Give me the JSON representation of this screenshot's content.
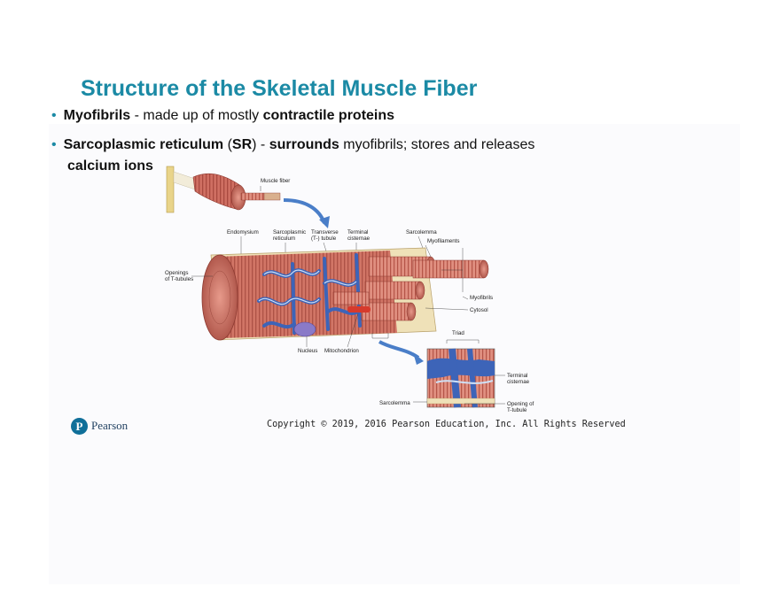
{
  "slide": {
    "title": "Structure of the Skeletal Muscle Fiber",
    "bullets": [
      {
        "bold1": "Myofibrils",
        "text1": " - made up of mostly ",
        "bold2": "contractile proteins"
      },
      {
        "bold1": "Sarcoplasmic reticulum",
        "text1": " (",
        "bold2": "SR",
        "text2": ") - ",
        "bold3": "surrounds",
        "text3": " myofibrils; stores and releases",
        "continuation": "calcium ions"
      }
    ]
  },
  "figure": {
    "labels": {
      "muscle_fiber": "Muscle fiber",
      "endomysium": "Endomysium",
      "sarcoplasmic_1": "Sarcoplasmic",
      "sarcoplasmic_2": "reticulum",
      "transverse_1": "Transverse",
      "transverse_2": "(T-) tubule",
      "terminal_1": "Terminal",
      "terminal_2": "cisternae",
      "sarcolemma": "Sarcolemma",
      "myofilaments": "Myofilaments",
      "openings_1": "Openings",
      "openings_2": "of T-tubules",
      "myofibrils": "Myofibrils",
      "cytosol": "Cytosol",
      "nucleus": "Nucleus",
      "mitochondrion": "Mitochondrion",
      "triad": "Triad",
      "terminal_cist_1": "Terminal",
      "terminal_cist_2": "cisternae",
      "sarcolemma_2": "Sarcolemma",
      "opening_1": "Opening of",
      "opening_2": "T-tubule"
    }
  },
  "footer": {
    "brand_mark": "P",
    "brand": "Pearson",
    "copyright": "Copyright © 2019, 2016 Pearson Education, Inc. All Rights Reserved"
  },
  "colors": {
    "title": "#1b8aa5",
    "muscle": "#c9675a",
    "tubule_blue": "#3d64b8",
    "arrow_blue": "#4a7ec8",
    "sarcolemma_tan": "#efe1b8"
  }
}
